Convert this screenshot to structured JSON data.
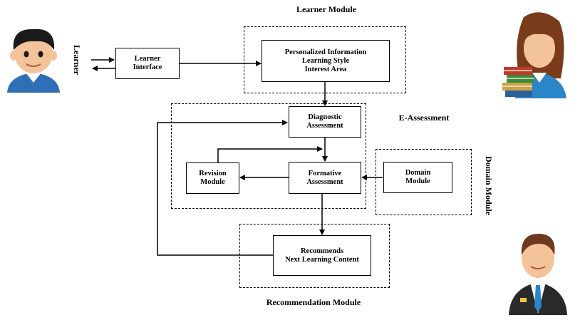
{
  "modules": {
    "learner_module": "Learner Module",
    "e_assessment": "E-Assessment",
    "domain_module": "Domain Module",
    "recommendation_module": "Recommendation Module"
  },
  "side_label": {
    "learner": "Learner"
  },
  "boxes": {
    "learner_interface": [
      "Learner",
      "Interface"
    ],
    "personalized_info": [
      "Personalized Information",
      "Learning Style",
      "Interest Area"
    ],
    "diagnostic": [
      "Diagnostic",
      "Assessment"
    ],
    "formative": [
      "Formative",
      "Assessment"
    ],
    "revision": [
      "Revision",
      "Module"
    ],
    "domain": [
      "Domain",
      "Module"
    ],
    "recommends": [
      "Recommends",
      "Next Learning Content"
    ]
  },
  "colors": {
    "line": "#000000",
    "student_shirt": "#2f6fb5",
    "teacher_jacket": "#2a2a2a",
    "tutor_shirt": "#2a86c8",
    "skin": "#f3c49a",
    "hair_dark": "#1a1a1a",
    "hair_brown": "#7a3b1b"
  },
  "icons": [
    "student-avatar-icon",
    "teacher-avatar-icon",
    "expert-avatar-icon",
    "books-icon"
  ]
}
